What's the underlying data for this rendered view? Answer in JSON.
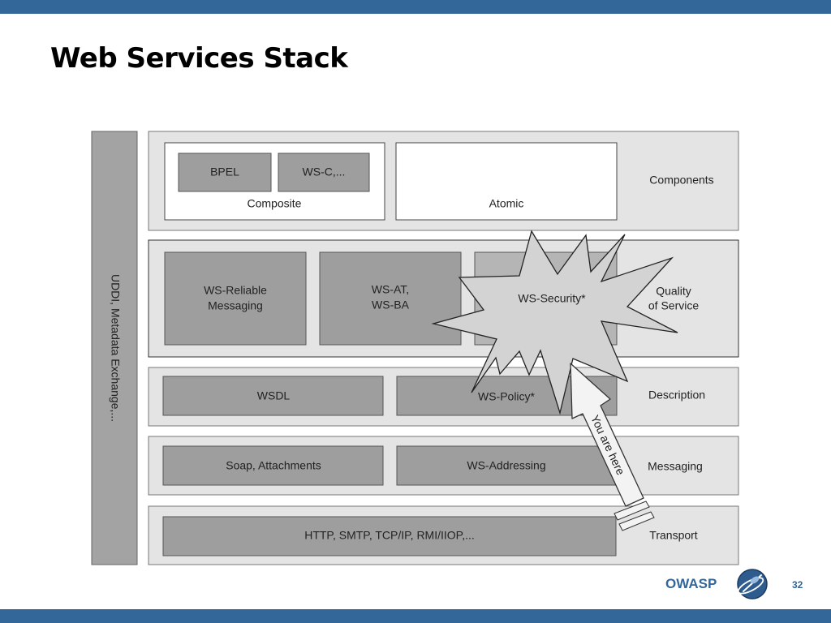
{
  "title": "Web Services Stack",
  "diagram": {
    "side_column": "UDDI, Metadata Exchange,...",
    "layers": {
      "components": {
        "label": "Components",
        "composite": "Composite",
        "bpel": "BPEL",
        "wsc": "WS-C,...",
        "atomic": "Atomic"
      },
      "qos": {
        "label_line1": "Quality",
        "label_line2": "of Service",
        "reliable_line1": "WS-Reliable",
        "reliable_line2": "Messaging",
        "at_line1": "WS-AT,",
        "at_line2": "WS-BA",
        "security": "WS-Security*"
      },
      "description": {
        "label": "Description",
        "wsdl": "WSDL",
        "policy": "WS-Policy*"
      },
      "messaging": {
        "label": "Messaging",
        "soap": "Soap, Attachments",
        "addressing": "WS-Addressing"
      },
      "transport": {
        "label": "Transport",
        "protocols": "HTTP, SMTP, TCP/IP, RMI/IIOP,..."
      }
    },
    "arrow_label": "You are here"
  },
  "footer": {
    "brand": "OWASP",
    "logo_icon": "owasp-wasp-logo-icon",
    "page_number": "32"
  },
  "colors": {
    "bar": "#336699",
    "layer_bg": "#e4e4e4",
    "box": "#9e9e9e",
    "highlight_box": "#c8c8c8"
  }
}
